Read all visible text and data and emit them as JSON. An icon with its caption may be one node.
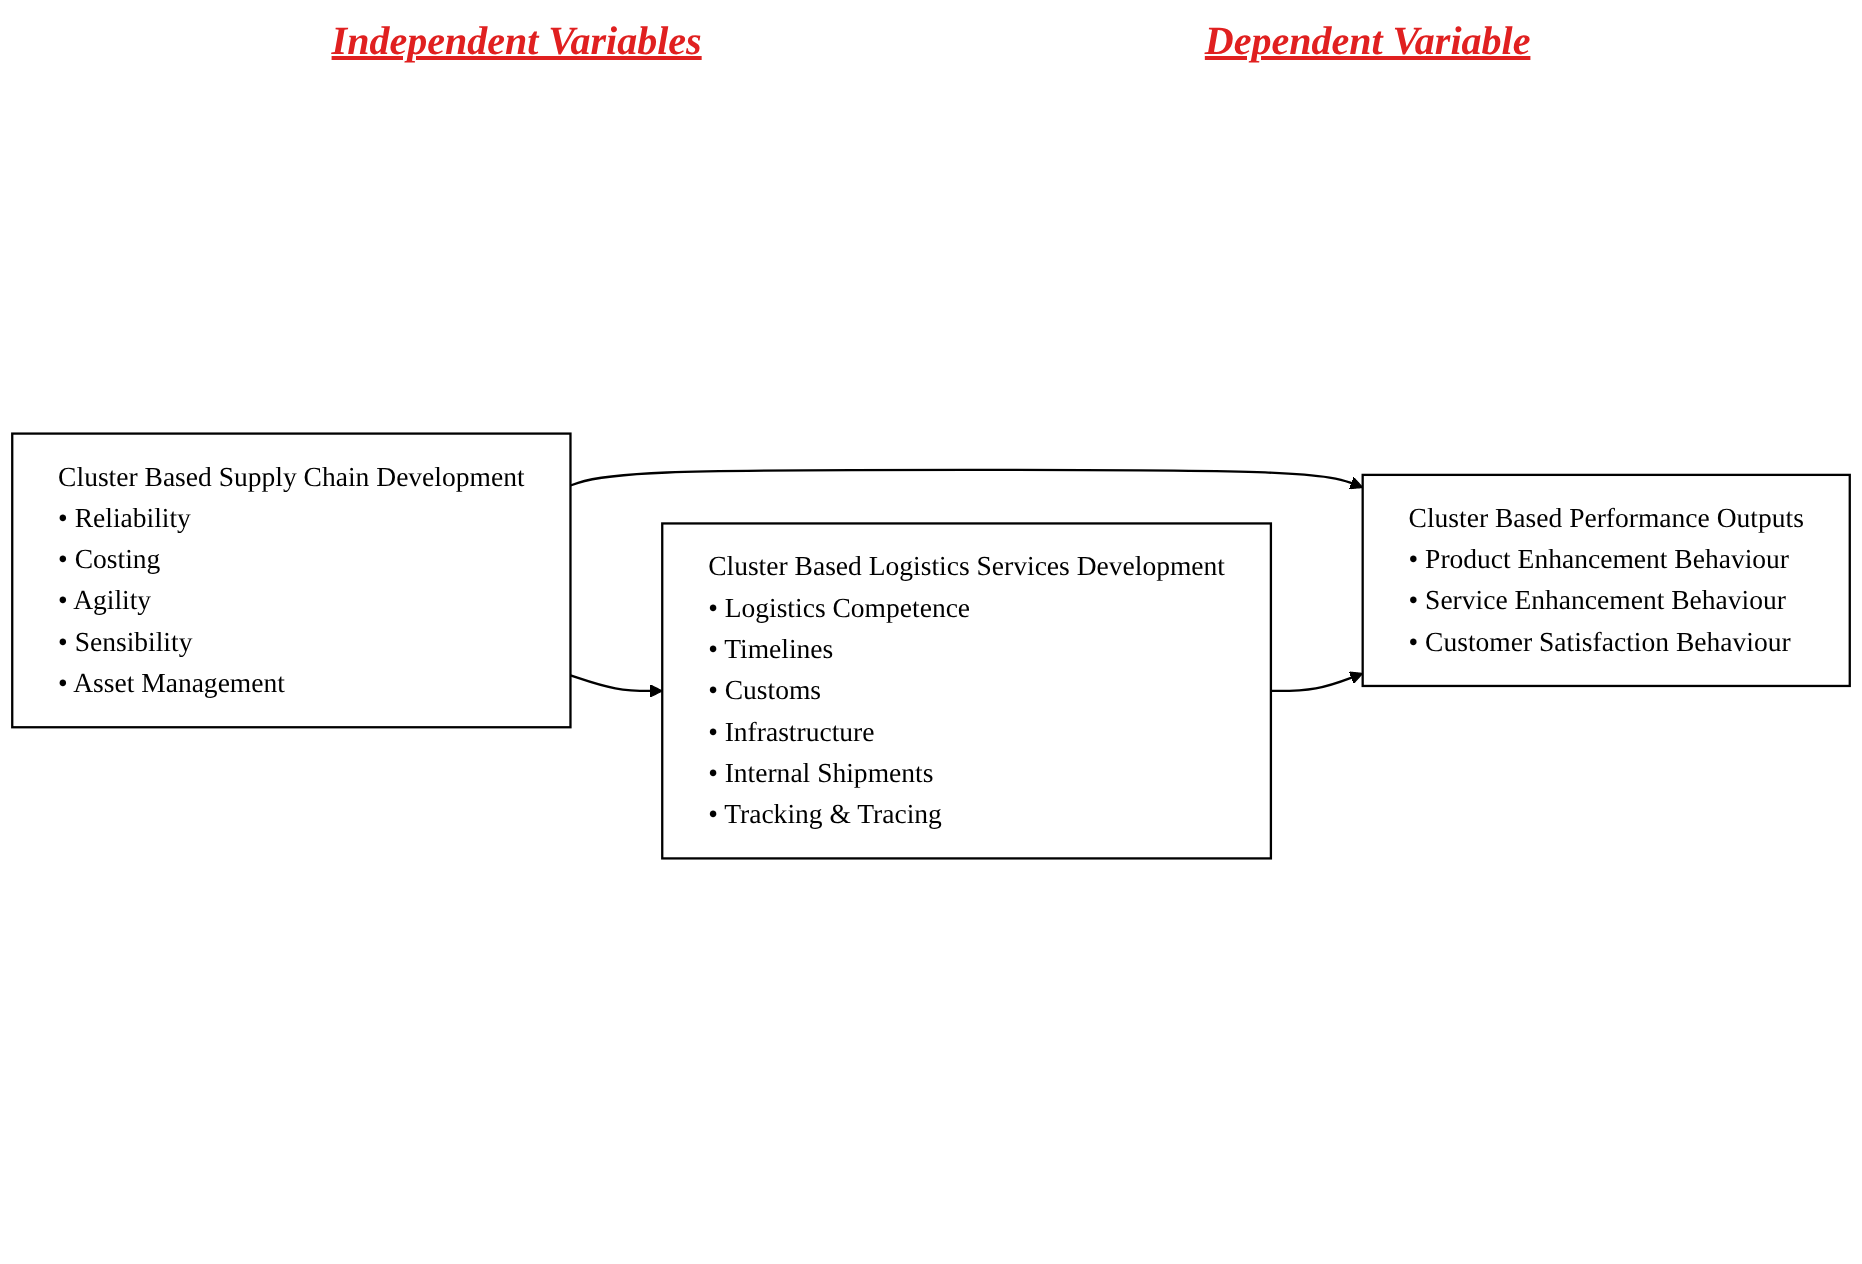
{
  "diagram": {
    "nodes": [
      {
        "text": [
          "Cluster Based Supply Chain Development",
          "• Reliability",
          "• Costing",
          "• Agility",
          "• Sensibility",
          "• Asset Management"
        ]
      },
      {
        "text": [
          "Cluster Based Logistics Services Development",
          "• Logistics Competence",
          "• Timelines",
          "• Customs",
          "• Infrastructure",
          "• Internal Shipments",
          "• Tracking & Tracing"
        ]
      },
      {
        "text": [
          "Cluster Based Performance Outputs",
          "• Product Enhancement Behaviour",
          "• Service Enhancement Behaviour",
          "• Customer Satisfaction Behaviour"
        ]
      }
    ],
    "edges": [
      {
        "from": 0,
        "to": 2,
        "arrow": "to"
      },
      {
        "from": 1,
        "to": 2,
        "arrow": "to"
      },
      {
        "from": 0,
        "to": 1,
        "arrow": "to"
      }
    ],
    "labels": [
      "Independent Variables",
      "Dependent Variable"
    ]
  }
}
